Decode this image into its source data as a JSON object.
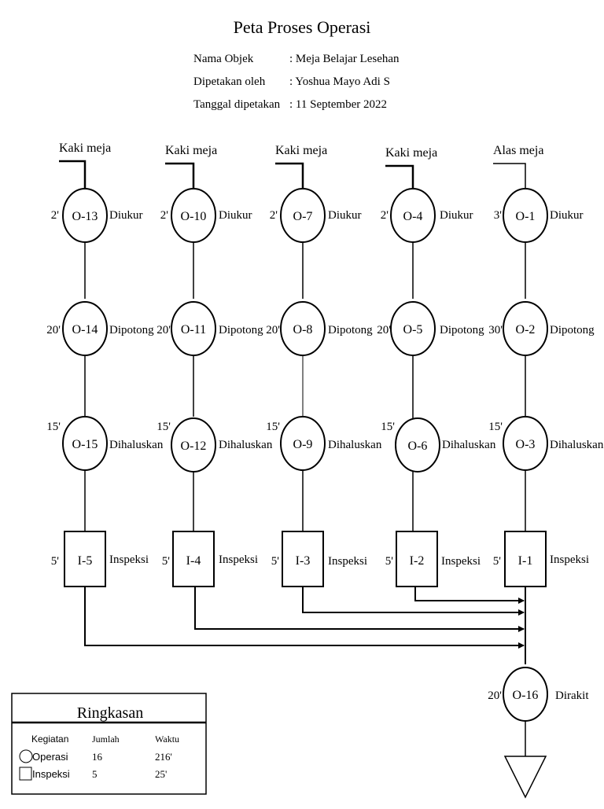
{
  "title": "Peta Proses Operasi",
  "info": [
    {
      "label": "Nama Objek",
      "value": ": Meja Belajar Lesehan"
    },
    {
      "label": "Dipetakan oleh",
      "value": ": Yoshua Mayo Adi S"
    },
    {
      "label": "Tanggal dipetakan",
      "value": ":  11 September 2022"
    }
  ],
  "columns": [
    {
      "part": "Kaki meja",
      "steps": [
        {
          "id": "O-13",
          "time": "2'",
          "label": "Diukur"
        },
        {
          "id": "O-14",
          "time": "20'",
          "label": "Dipotong"
        },
        {
          "id": "O-15",
          "time": "15'",
          "label": "Dihaluskan"
        },
        {
          "id": "I-5",
          "time": "5'",
          "label": "Inspeksi"
        }
      ]
    },
    {
      "part": "Kaki meja",
      "steps": [
        {
          "id": "O-10",
          "time": "2'",
          "label": "Diukur"
        },
        {
          "id": "O-11",
          "time": "20'",
          "label": "Dipotong"
        },
        {
          "id": "O-12",
          "time": "15'",
          "label": "Dihaluskan"
        },
        {
          "id": "I-4",
          "time": "5'",
          "label": "Inspeksi"
        }
      ]
    },
    {
      "part": "Kaki meja",
      "steps": [
        {
          "id": "O-7",
          "time": "2'",
          "label": "Diukur"
        },
        {
          "id": "O-8",
          "time": "20'",
          "label": "Dipotong"
        },
        {
          "id": "O-9",
          "time": "15'",
          "label": "Dihaluskan"
        },
        {
          "id": "I-3",
          "time": "5'",
          "label": "Inspeksi"
        }
      ]
    },
    {
      "part": "Kaki meja",
      "steps": [
        {
          "id": "O-4",
          "time": "2'",
          "label": "Diukur"
        },
        {
          "id": "O-5",
          "time": "20'",
          "label": "Dipotong"
        },
        {
          "id": "O-6",
          "time": "15'",
          "label": "Dihaluskan"
        },
        {
          "id": "I-2",
          "time": "5'",
          "label": "Inspeksi"
        }
      ]
    },
    {
      "part": "Alas meja",
      "steps": [
        {
          "id": "O-1",
          "time": "3'",
          "label": "Diukur"
        },
        {
          "id": "O-2",
          "time": "30'",
          "label": "Dipotong"
        },
        {
          "id": "O-3",
          "time": "15'",
          "label": "Dihaluskan"
        },
        {
          "id": "I-1",
          "time": "5'",
          "label": "Inspeksi"
        }
      ]
    }
  ],
  "assembly": {
    "id": "O-16",
    "time": "20'",
    "label": "Dirakit"
  },
  "summary": {
    "title": "Ringkasan",
    "headers": [
      "Kegiatan",
      "Jumlah",
      "Waktu"
    ],
    "rows": [
      {
        "activity": "Operasi",
        "symbol": "circle",
        "count": "16",
        "time": "216'"
      },
      {
        "activity": "Inspeksi",
        "symbol": "square",
        "count": "5",
        "time": "25'"
      }
    ]
  },
  "colors": {
    "ink": "#000000",
    "background": "#ffffff"
  }
}
